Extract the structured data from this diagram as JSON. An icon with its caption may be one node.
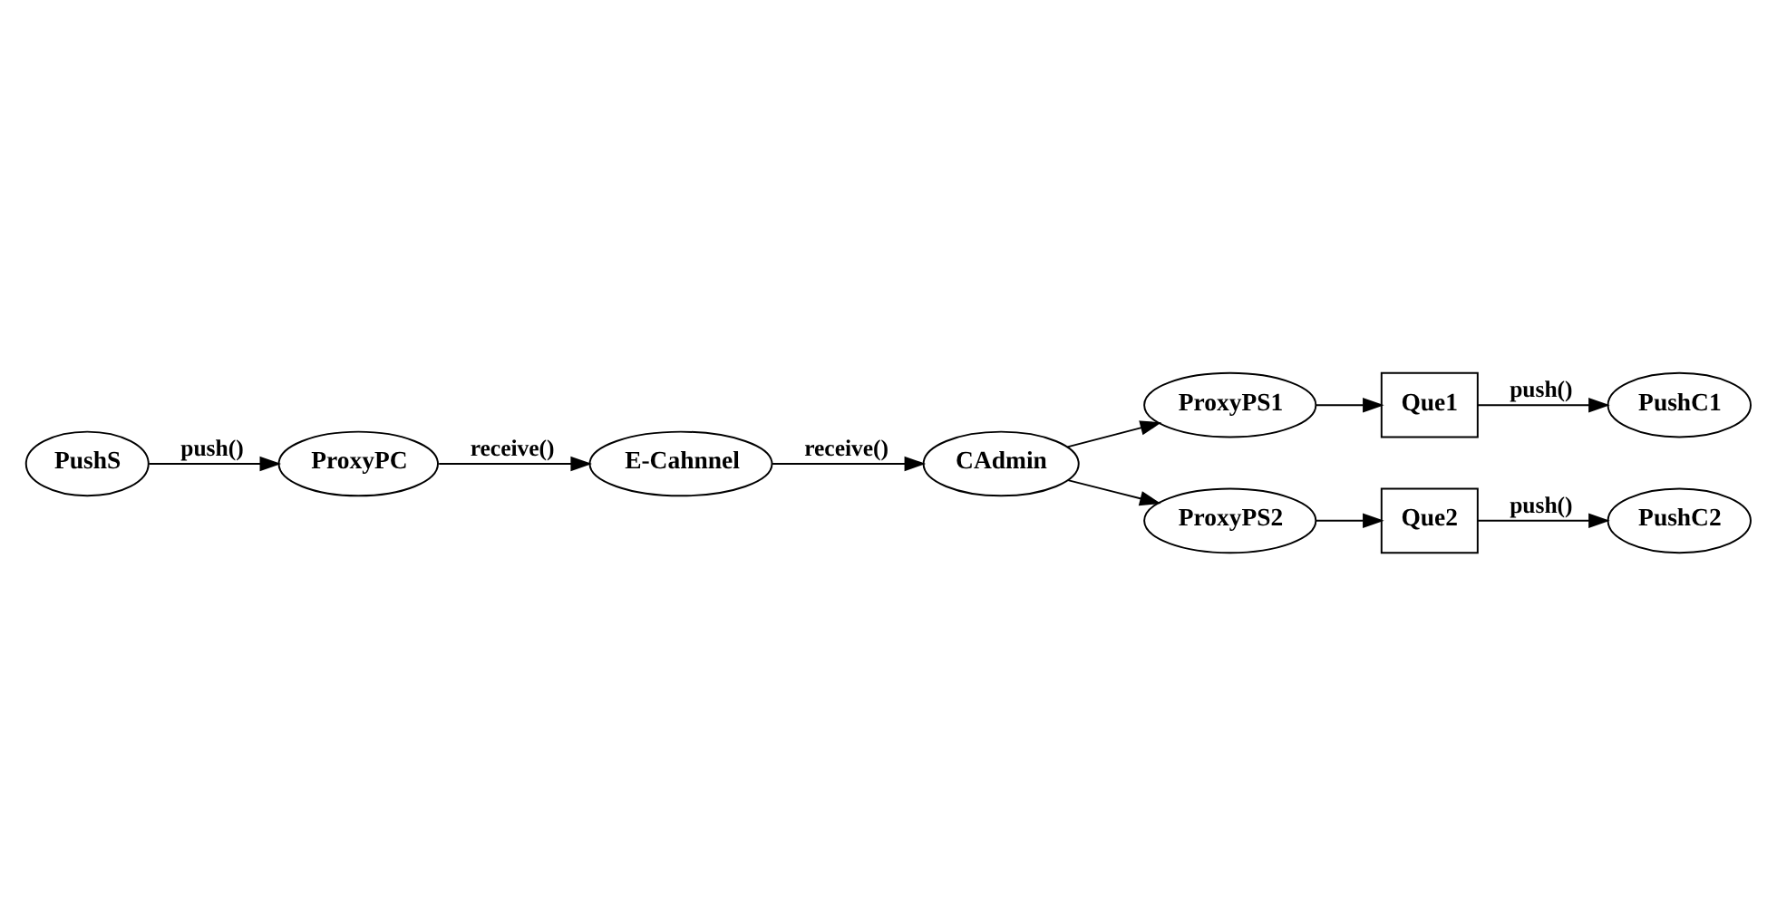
{
  "diagram": {
    "nodes": [
      {
        "text": [
          "E-Cahnnel"
        ]
      },
      {
        "text": [
          "CAdmin"
        ]
      },
      {
        "text": [
          "PushC1"
        ]
      },
      {
        "text": [
          "ProxyPS1"
        ]
      },
      {
        "text": [
          "PushS"
        ]
      },
      {
        "text": [
          "ProxyPC"
        ]
      },
      {
        "text": [
          "Que1"
        ]
      },
      {
        "text": [
          "ProxyPS2"
        ]
      },
      {
        "text": [
          "PushC2"
        ]
      },
      {
        "text": [
          "Que2"
        ]
      }
    ],
    "edges": [
      {
        "from": 4,
        "to": 5,
        "arrow": "to",
        "label": "push()"
      },
      {
        "from": 5,
        "to": 0,
        "arrow": "to",
        "label": "receive()"
      },
      {
        "from": 0,
        "to": 1,
        "arrow": "to",
        "label": "receive()"
      },
      {
        "from": 1,
        "to": 3,
        "arrow": "to"
      },
      {
        "from": 1,
        "to": 7,
        "arrow": "to"
      },
      {
        "from": 3,
        "to": 6,
        "arrow": "to"
      },
      {
        "from": 6,
        "to": 2,
        "arrow": "to",
        "label": "push()"
      },
      {
        "from": 7,
        "to": 9,
        "arrow": "to"
      },
      {
        "from": 9,
        "to": 8,
        "arrow": "to",
        "label": "push()"
      }
    ]
  }
}
